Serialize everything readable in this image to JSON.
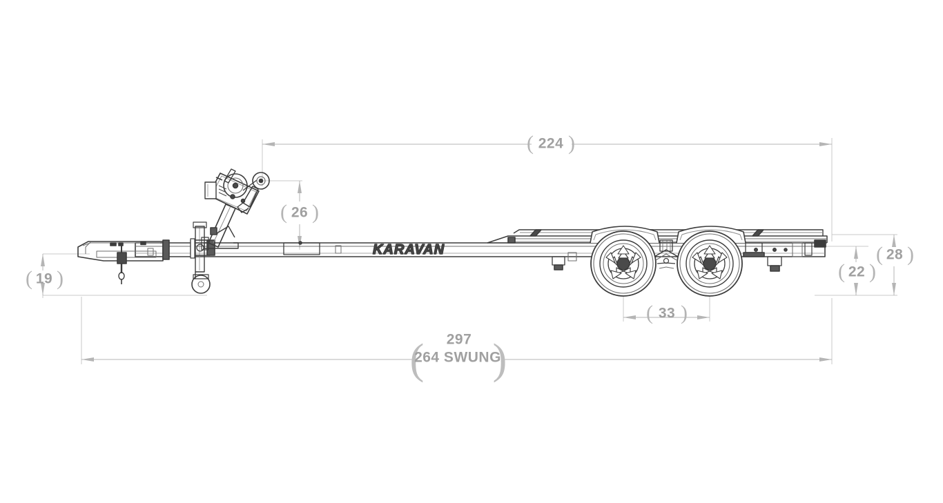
{
  "drawing": {
    "brand": "KARAVAN",
    "view": "side-elevation",
    "units_note": ""
  },
  "dimensions": {
    "overall_length_top": {
      "value": "224",
      "paren": true,
      "orientation": "horizontal"
    },
    "winch_height": {
      "value": "26",
      "paren": true,
      "orientation": "vertical"
    },
    "coupler_height": {
      "value": "19",
      "paren": true,
      "orientation": "vertical"
    },
    "rear_height_outer": {
      "value": "28",
      "paren": true,
      "orientation": "vertical"
    },
    "rear_height_inner": {
      "value": "22",
      "paren": true,
      "orientation": "vertical"
    },
    "axle_spacing": {
      "value": "33",
      "paren": true,
      "orientation": "horizontal"
    },
    "overall_length_bottom": {
      "line1": "297",
      "line2": "264 SWUNG",
      "paren": true,
      "orientation": "horizontal"
    }
  },
  "colors": {
    "dimension_line": "#b5b5b5",
    "dimension_text": "#a0a0a0",
    "extension_line": "#c9c9c9",
    "outline_dark": "#3c3c3c",
    "outline_mid": "#6e6e6e",
    "background": "#ffffff"
  },
  "parts": [
    {
      "name": "coupler",
      "label": ""
    },
    {
      "name": "safety-chain",
      "label": ""
    },
    {
      "name": "swivel-jack",
      "label": ""
    },
    {
      "name": "winch-stand",
      "label": ""
    },
    {
      "name": "winch",
      "label": ""
    },
    {
      "name": "bow-roller",
      "label": ""
    },
    {
      "name": "main-frame-rail",
      "label": ""
    },
    {
      "name": "bunk-rail",
      "label": ""
    },
    {
      "name": "front-wheel",
      "label": ""
    },
    {
      "name": "rear-wheel",
      "label": ""
    },
    {
      "name": "fender",
      "label": ""
    },
    {
      "name": "leaf-spring-equalizer",
      "label": ""
    },
    {
      "name": "tail-light",
      "label": ""
    }
  ]
}
